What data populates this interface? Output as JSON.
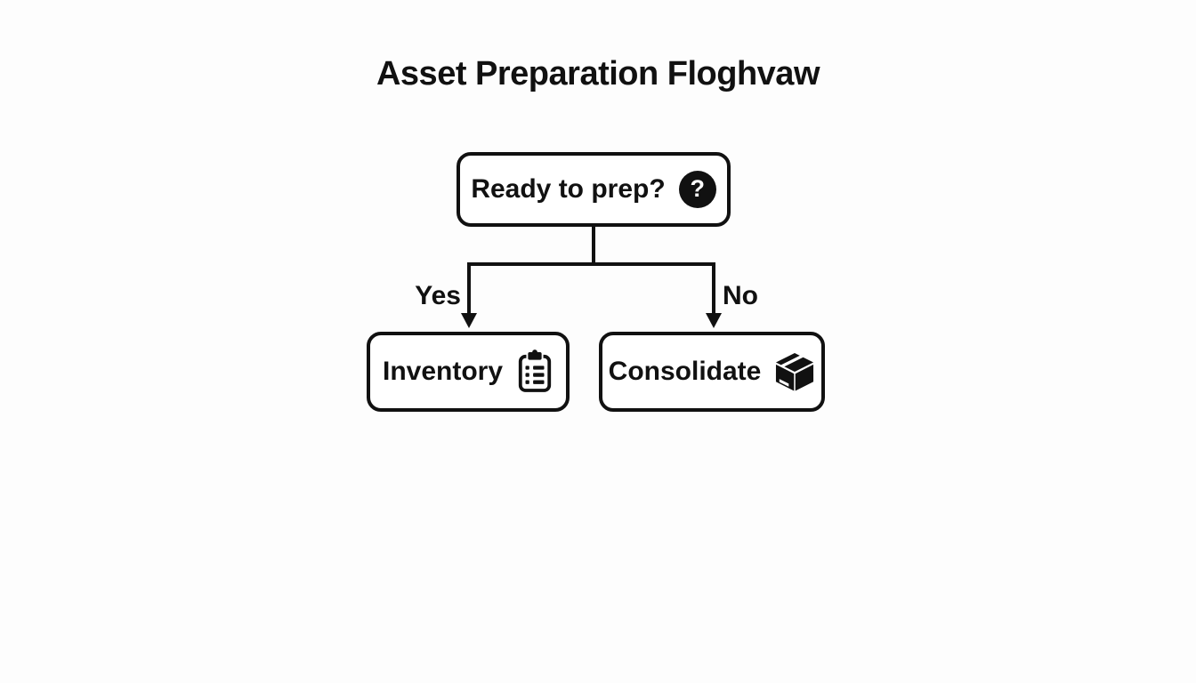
{
  "diagram": {
    "title": "Asset Preparation Floghvaw",
    "type": "flowchart",
    "decision": {
      "label": "Ready to prep?",
      "icon": "question-circle-icon",
      "icon_glyph": "?"
    },
    "branches": {
      "yes_label": "Yes",
      "no_label": "No"
    },
    "nodes": {
      "inventory": {
        "label": "Inventory",
        "icon": "clipboard-list-icon",
        "branch": "Yes"
      },
      "consolidate": {
        "label": "Consolidate",
        "icon": "box-package-icon",
        "branch": "No"
      }
    },
    "colors": {
      "stroke": "#111111",
      "text": "#111111",
      "node_fill": "#ffffff",
      "background": "#fdfdfd"
    }
  }
}
